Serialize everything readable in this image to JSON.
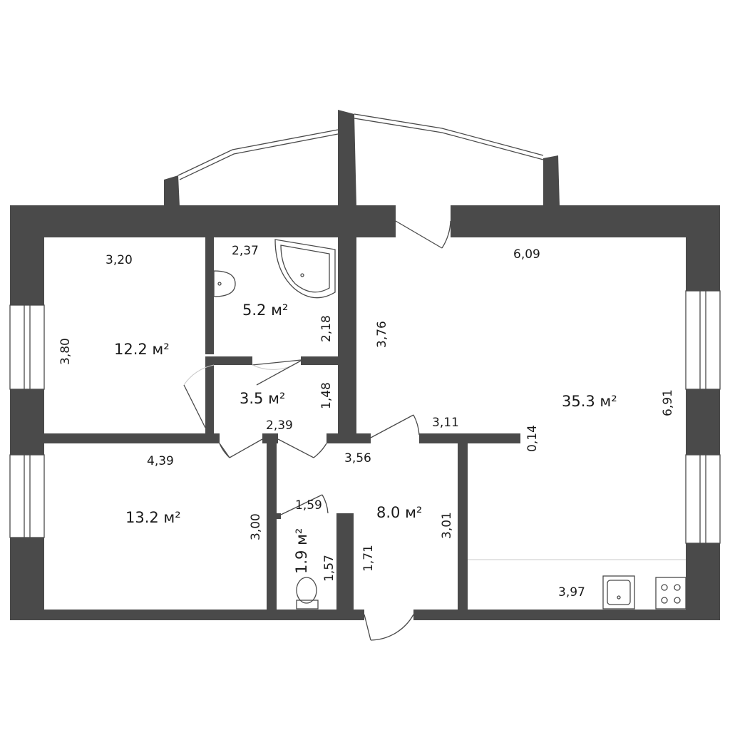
{
  "rooms": [
    {
      "id": "room-1",
      "area": "12.2 м²"
    },
    {
      "id": "bathroom",
      "area": "5.2 м²"
    },
    {
      "id": "corridor",
      "area": "3.5 м²"
    },
    {
      "id": "living-kitchen",
      "area": "35.3 м²"
    },
    {
      "id": "room-2",
      "area": "13.2 м²"
    },
    {
      "id": "hall",
      "area": "8.0 м²"
    },
    {
      "id": "toilet",
      "area": "1.9 м²"
    }
  ],
  "dimensions": [
    "3,20",
    "3,80",
    "2,37",
    "2,18",
    "3,76",
    "6,09",
    "6,91",
    "1,48",
    "2,39",
    "3,11",
    "0,14",
    "4,39",
    "3,56",
    "3,00",
    "1,59",
    "3,01",
    "1,71",
    "1,57",
    "3,97"
  ],
  "fixtures": [
    "bathtub-icon",
    "sink-icon",
    "toilet-icon",
    "kitchen-sink-icon",
    "stove-icon"
  ]
}
